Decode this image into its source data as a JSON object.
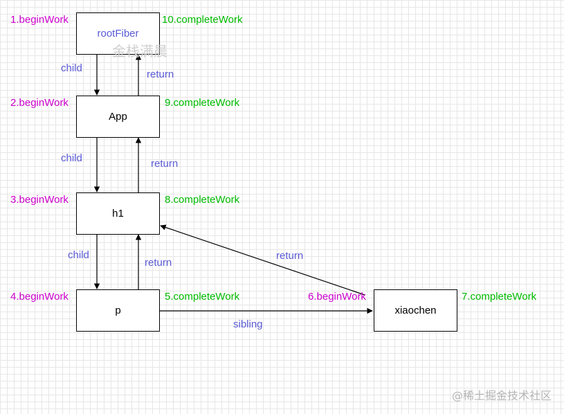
{
  "nodes": {
    "rootFiber": "rootFiber",
    "app": "App",
    "h1": "h1",
    "p": "p",
    "xiaochen": "xiaochen"
  },
  "steps": {
    "s1": "1.beginWork",
    "s2": "2.beginWork",
    "s3": "3.beginWork",
    "s4": "4.beginWork",
    "s5": "5.completeWork",
    "s6": "6.beginWork",
    "s7": "7.completeWork",
    "s8": "8.completeWork",
    "s9": "9.completeWork",
    "s10": "10.completeWork"
  },
  "edges": {
    "child": "child",
    "return": "return",
    "sibling": "sibling"
  },
  "watermark": "金栈满晨",
  "brand": "@稀土掘金技术社区",
  "colors": {
    "beginWork": "#cc00cc",
    "completeWork": "#00bb00",
    "edge_label": "#5a5ad6",
    "grid": "#e6e6e6"
  }
}
